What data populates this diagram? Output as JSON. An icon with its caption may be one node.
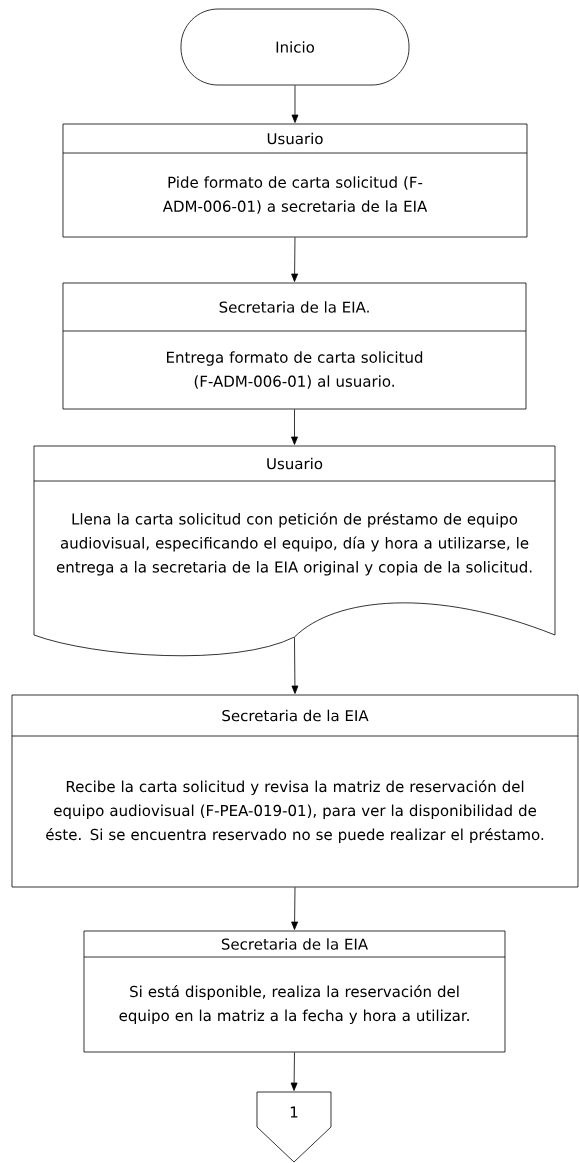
{
  "diagram": {
    "nodes": [
      {
        "text": [
          "Inicio"
        ]
      },
      {
        "text": [
          "Usuario",
          "Pide formato de carta solicitud (F-ADM-006-01) a secretaria de la EIA"
        ]
      },
      {
        "text": [
          "Secretaria de la EIA.",
          "Entrega formato de carta solicitud (F-ADM-006-01) al usuario."
        ]
      },
      {
        "text": [
          "Usuario",
          "Llena la carta solicitud con petición de préstamo de equipo audiovisual, especificando el equipo, día y hora a utilizarse, le entrega a la secretaria de la EIA original y copia de la solicitud."
        ]
      },
      {
        "text": [
          "Secretaria de la EIA",
          "Recibe la carta solicitud y revisa la matriz de reservación del equipo audiovisual (F-PEA-019-01), para ver la disponibilidad de éste. Si se encuentra reservado no se puede realizar el préstamo."
        ]
      },
      {
        "text": [
          "Secretaria de la EIA",
          "Si está disponible, realiza la reservación del equipo en la matriz a la fecha y hora a utilizar."
        ]
      },
      {
        "text": [
          "1"
        ]
      }
    ],
    "edges": [
      {
        "from": 0,
        "to": 1,
        "arrow": "to"
      },
      {
        "from": 1,
        "to": 2,
        "arrow": "to"
      },
      {
        "from": 2,
        "to": 3,
        "arrow": "to"
      },
      {
        "from": 3,
        "to": 4,
        "arrow": "to"
      },
      {
        "from": 4,
        "to": 5,
        "arrow": "to"
      },
      {
        "from": 5,
        "to": 6,
        "arrow": "to"
      }
    ]
  }
}
